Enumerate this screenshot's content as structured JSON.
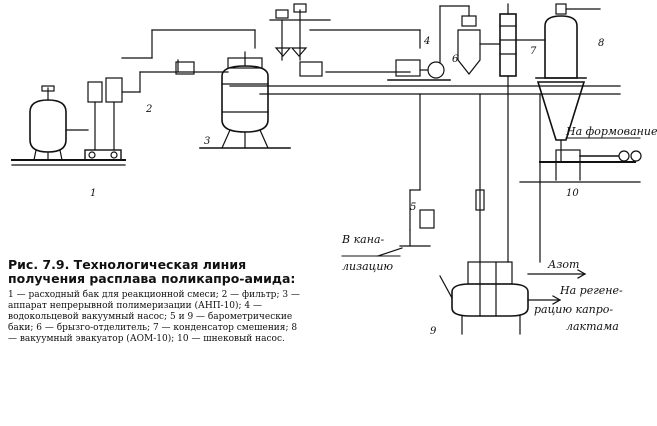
{
  "figure": {
    "labels": {
      "to_forming": "На формование",
      "to_sewer_1": "В кана-",
      "to_sewer_2": "лизацию",
      "nitrogen": "Азот",
      "to_regen_1": "На регене-",
      "to_regen_2": "рацию капро-",
      "to_regen_3": "лактама"
    },
    "callouts": [
      "1",
      "2",
      "3",
      "4",
      "5",
      "6",
      "7",
      "8",
      "9",
      "10"
    ]
  },
  "caption": {
    "title": "Рис. 7.9. Технологическая линия получения расплава поликапро-амида:",
    "legend": "1 — расходный бак для реакционной смеси; 2 — фильтр; 3 — аппарат непрерывной полимеризации (АНП-10); 4 — водокольцевой вакуумный насос; 5 и 9 — барометрические баки; 6 — брызго-отделитель; 7 — конденсатор смешения; 8 — вакуумный эвакуатор (АОМ-10); 10 — шнековый насос."
  }
}
